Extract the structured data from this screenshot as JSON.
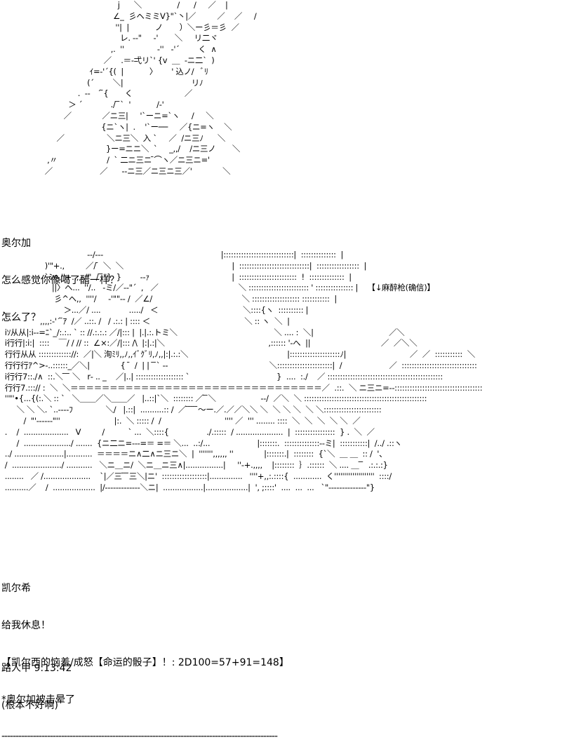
{
  "art_top": [
    "                                                  j      ＼               /      /     ／    |",
    "                                                ∠_  彡ヘミミV}\"`丶|／         ／    ／     /",
    "                                                 ''|  |           ノ       ）＼ー彡＝彡  ／",
    "                                                   レ. -‐\"     ‐'       ＼     リ二ヾ",
    "                                               ,.  ''              ‐''   ‐'´        く  ∧",
    "                                            ／    .＝‐弌リ`' {v  ＿  -ニ二`  )",
    "                                      ｲ=‐'´{(  |           〉      ' 込ノ/   ﾞﾘ",
    "                                     (´        ＼|                             リﾉ",
    "                                 .  -‐   ´ ̄{       く                      ／",
    "                             ＞ ´            ./ ̄ ̄`  '           /‐'",
    "                           ／             ／ニ三|     '`ーニ=`ヽ     /     ＼",
    "                                           {ニ`ヽ|  .    '`ー──     ／{ニ=ヽ    ＼",
    "                        ／                  ＼ニ三＼  入 `     ／  /ニ三ﾉ      ＼",
    "                                             }ー=ニニ＼  `     _,,/    /ニ三ノ       ＼",
    "                    ,〃                     /  ` 二ニ三ニ ̄⌒ヽ／ニ三ニ='",
    "                   ／                    ／      ‐‐ニ三／ニ三ニ三／'             ＼"
  ],
  "dialog_1": [
    "奥尔加",
    "怎么感觉你像喝了醋一样？",
    "怎么了？"
  ],
  "art_mid": [
    "                                     ‐‐/‐‐‐                                                  |::::::::::::::::::::::::::::|  ::::::::::::::  |",
    "                   )'\"+.,         ／/ ̄  ＼  ＼                                              |  ::::::::::::::::::::::::::::|  :::::::::::::::::  |",
    "                   `ﾐ:ﾍ,''+.,,,..'\"  / ̄ ̄\"}  }        ‐‐ｧ                                   |  :::::::::::::::::::::::  !  ::::::::::::::  |",
    "                      ||〉ヘ...  ''/..   ‐ミ/／‐‐\"´  ,   ／                                  ＼ :::::::::::::::::::::::: ' ::::::::::::::: |    【↓麻醉枪(确信)】",
    "                       彡^ヘ,,  ''''/     ‐'\"\"‐‐ /  ／∠/                                      ＼ ::::::::::::::::::: :::::::::::  |",
    " .                         ＞...／/ ....            ...../   ＜                                    ＼::::{ヽ  :::::::::: |",
    "                 ,,,,:‐'´ ̄ｱ  /／ ..::. /   / .:.: | :::: ＜                                        ＼ :: ヽ  ＼  |",
    "  iｿ从从|:i‐‐=ﾆ`_/:.:.. ` :: //.:.:.: ／/|::: |  |.|.:.トミ＼                                         ＼ .... :  ＼|                                ／＼",
    "  i行行|:i:|  ::::    ￣/ / // ::  ∠×:／/|::: /\\  |:|.:|＼                                            ,:::::: '‐へ  ||                              ／  ／＼＼",
    "  行行从从 ::::::::::::://:  ／|＼ 洵ﾐﾘ,,ﾉ,,ｲﾞｸﾞﾘ,ﾉ,,|:|.:.:＼                                          |::::::::::::::::::::ﾉ|                           ／  ／  :::::::::::  ＼",
    "  行行行ｱ^>‐..::::::_／＼|             {  ̄  /  | |  ̄ ̄` ‐‐                                           ＼::::::::::::::::::::::|  /                    ／  ::::::::::::::::::::::::::::::",
    "  i行行7::./∧  ::.＼ ̄ ̄ ̄ ＼   r‐ .. _    ／|..| ::::::::::::::::::: `                                     }  ....  :./    ／ ::::::::::::::::::::::::::::::::::::::::::::::",
    "  行行7.:::// :  ＼  ＼＝＝＝＝＝＝＝＝＝＝＝＝＝＝＝＝＝＝＝＝＝＝＝＝＝＝＝＝＝＝＝＝／  .::.  ＼ ニ三ニ=‐‐:::::::::::::::::::::::::::::::::::",
    "  ''\"'•{...{(:.＼ :: `   ＼＿＿／＼＿＿／   |..::|`＼  :::::::: ／ ̄ ̄＼                   ‐‐/  ／＼  ＼ :::::::::::::::::::::::::::::::::::::::::::::::::",
    "       ＼ ＼ ＼. `..‐‐‐‐ﾌ              ＼/   |.::|  ..........:: /  ／ ̄ ̄ ̄ ̄ ̄〜ー.／.／／＼＼ ＼  ＼ ＼ ＼  ＼ ＼:::::::::::::::::::::::",
    "          /  \"'‐‐‐‐‐‐\"''                       |:.  ＼ ::::: /  /                           '''' ／  ''' ........ ::::  ＼  ＼  ＼  ＼ ＼  ／",
    "  .    /  ...................   V         /          ` ...  ＼::::{                ./.:::::  / ....................  |  ::::::::::::::::  } .  ＼  ／",
    "       /  ..................../ .......  {ニ二ニ=‐‐‐=＝ =＝ ＼...  ..:/...                    |:::::::.  ::::::::::::::‐‐ミ|  :::::::::::|  /../ .::ヽ",
    "  ../ .....................|...........  ＝＝＝＝ニ∧二∧ニ三ニ＼  |  ''''''',,,,,, ''             |:::::::.|  ::::::::  {`＼  ＿ ＿  :: /  '、",
    "  /  ...................../ ...........   ＼ニ＿ニ/  ＼ニ＿ニ三∧|................|     ''‐+.,,,,    |::::::::  ｝.::::::  ＼ .... ＿ ̄ ̄  .:.:.:}",
    "  ........   ／ /....................    `|／三 ̄ ̄ ̄三＼|ニ'  ::::::::::::::::::|..............   ''''+,,:.::::{  ............  く''''''''''''''''''''  ::::/",
    "  ..........／    /  ..................  |/‐‐‐‐‐‐‐‐‐‐‐‐‐＼ニ|  .................|..................|  ', ;::::'  ....  ...  ...   `\"‐‐‐‐‐‐‐‐‐‐‐‐‐‐\"}"
  ],
  "dialog_2": [
    "凯尔希",
    "给我休息！",
    "【凯尔西的恼羞/成怒【命运的骰子】！: 2D100=57+91=148】",
    "*奥尔加被击晕了"
  ],
  "divider": "‐‐‐‐‐‐‐‐‐‐‐‐‐‐‐‐‐‐‐‐‐‐‐‐‐‐‐‐‐‐‐‐‐‐‐‐‐‐‐‐‐‐‐‐‐‐‐‐‐‐‐‐‐‐‐‐‐‐‐‐‐‐‐‐‐‐‐‐‐‐‐‐‐‐‐‐‐‐‐‐‐‐‐‐‐‐‐‐‐‐‐‐‐‐‐‐‐",
  "footer": [
    "路人甲 9:13:42",
    "(根本不好啊)"
  ]
}
